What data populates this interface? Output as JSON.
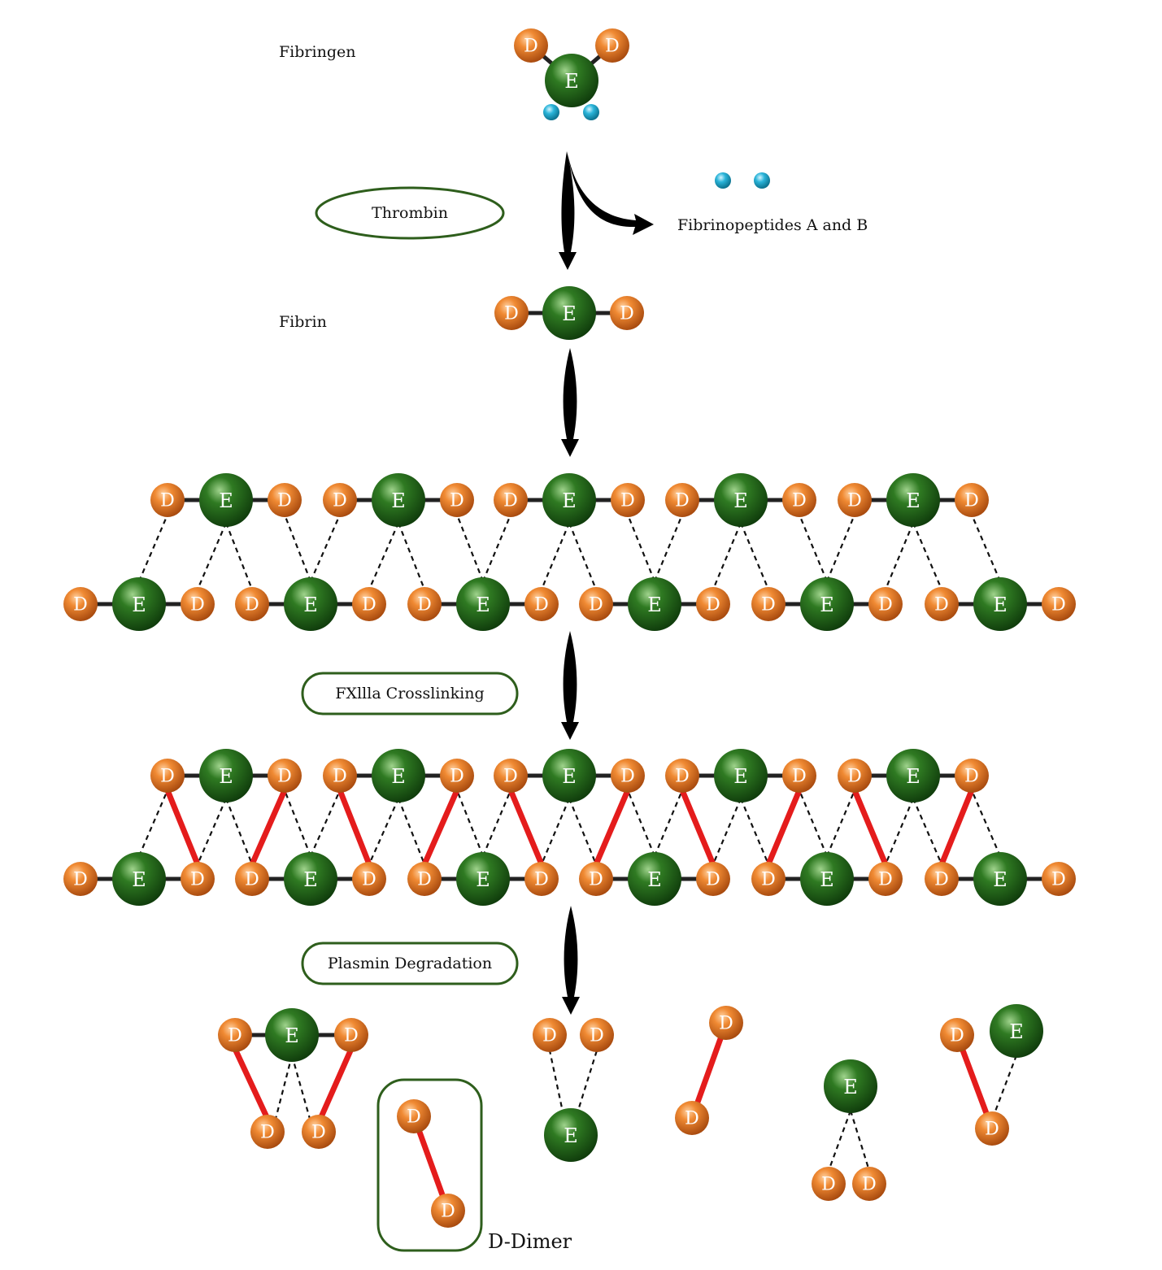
{
  "labels": {
    "fibrinogen": "Fibringen",
    "fibrin": "Fibrin",
    "fibrinopeptides": "Fibrinopeptides A and B",
    "d_dimer": "D-Dimer"
  },
  "enzymes": {
    "thrombin": "Thrombin",
    "fxiiia": "FXllla Crosslinking",
    "plasmin": "Plasmin Degradation"
  },
  "domains": {
    "d": "D",
    "e": "E"
  },
  "colors": {
    "d_domain": "#e8741e",
    "e_domain": "#2f7a22",
    "fibrinopeptide": "#2ab4d9",
    "crosslink": "#e41c1c",
    "enzyme_border": "#2e5e1c"
  }
}
